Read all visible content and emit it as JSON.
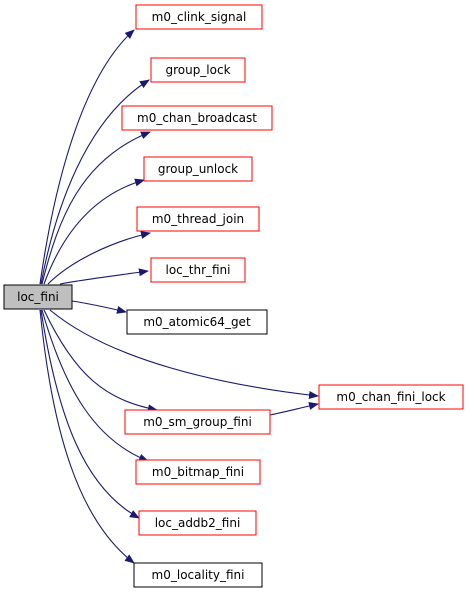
{
  "diagram": {
    "colors": {
      "edge": "#191970",
      "link_border": "#ff0000",
      "plain_border": "#000000",
      "root_fill": "#bfbfbf",
      "node_fill": "#ffffff"
    },
    "nodes": [
      {
        "id": "loc_fini",
        "label": "loc_fini",
        "kind": "root"
      },
      {
        "id": "m0_clink_signal",
        "label": "m0_clink_signal",
        "kind": "link"
      },
      {
        "id": "group_lock",
        "label": "group_lock",
        "kind": "link"
      },
      {
        "id": "m0_chan_broadcast",
        "label": "m0_chan_broadcast",
        "kind": "link"
      },
      {
        "id": "group_unlock",
        "label": "group_unlock",
        "kind": "link"
      },
      {
        "id": "m0_thread_join",
        "label": "m0_thread_join",
        "kind": "link"
      },
      {
        "id": "loc_thr_fini",
        "label": "loc_thr_fini",
        "kind": "link"
      },
      {
        "id": "m0_atomic64_get",
        "label": "m0_atomic64_get",
        "kind": "plain"
      },
      {
        "id": "m0_chan_fini_lock",
        "label": "m0_chan_fini_lock",
        "kind": "link"
      },
      {
        "id": "m0_sm_group_fini",
        "label": "m0_sm_group_fini",
        "kind": "link"
      },
      {
        "id": "m0_bitmap_fini",
        "label": "m0_bitmap_fini",
        "kind": "link"
      },
      {
        "id": "loc_addb2_fini",
        "label": "loc_addb2_fini",
        "kind": "link"
      },
      {
        "id": "m0_locality_fini",
        "label": "m0_locality_fini",
        "kind": "plain"
      }
    ],
    "edges": [
      {
        "from": "loc_fini",
        "to": "m0_clink_signal"
      },
      {
        "from": "loc_fini",
        "to": "group_lock"
      },
      {
        "from": "loc_fini",
        "to": "m0_chan_broadcast"
      },
      {
        "from": "loc_fini",
        "to": "group_unlock"
      },
      {
        "from": "loc_fini",
        "to": "m0_thread_join"
      },
      {
        "from": "loc_fini",
        "to": "loc_thr_fini"
      },
      {
        "from": "loc_fini",
        "to": "m0_atomic64_get"
      },
      {
        "from": "loc_fini",
        "to": "m0_chan_fini_lock"
      },
      {
        "from": "loc_fini",
        "to": "m0_sm_group_fini"
      },
      {
        "from": "loc_fini",
        "to": "m0_bitmap_fini"
      },
      {
        "from": "loc_fini",
        "to": "loc_addb2_fini"
      },
      {
        "from": "loc_fini",
        "to": "m0_locality_fini"
      },
      {
        "from": "m0_sm_group_fini",
        "to": "m0_chan_fini_lock"
      }
    ]
  }
}
